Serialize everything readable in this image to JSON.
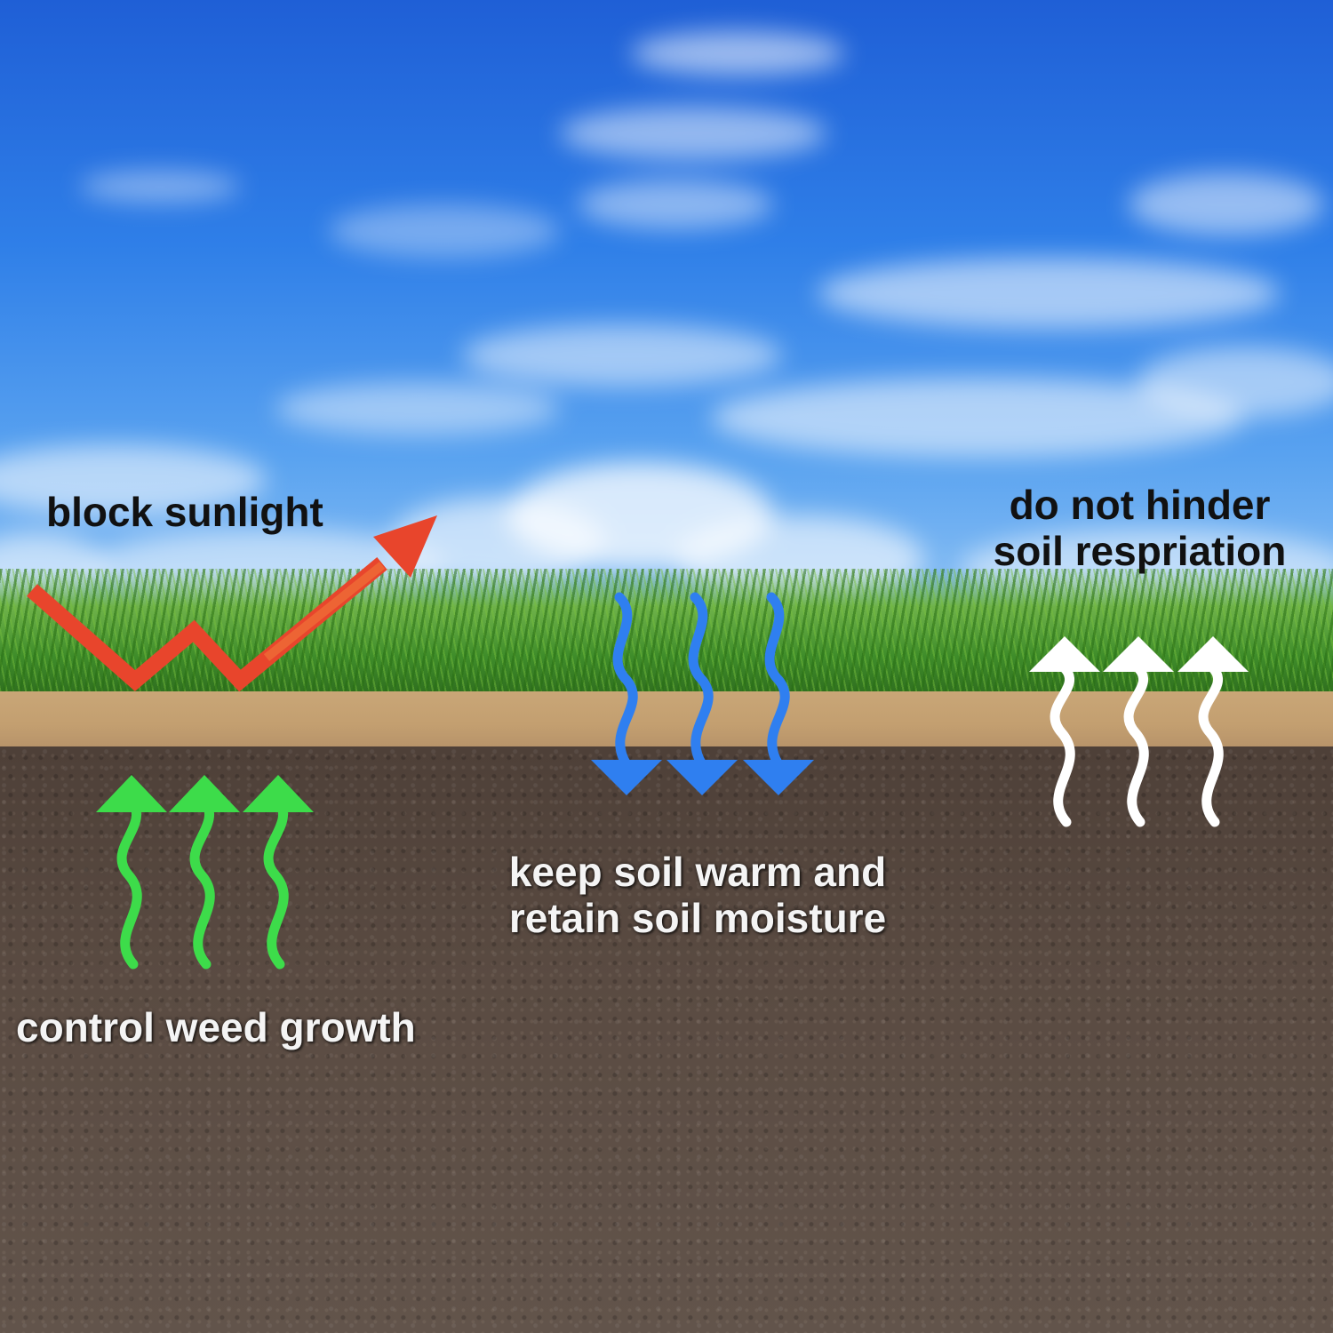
{
  "labels": {
    "block_sunlight": "block sunlight",
    "soil_respiration_line1": "do not hinder",
    "soil_respiration_line2": "soil respriation",
    "warm_moisture_line1": "keep soil warm and",
    "warm_moisture_line2": "retain soil moisture",
    "weed_growth": "control weed growth"
  },
  "colors": {
    "sunlight_arrow": "#e8452c",
    "weed_arrows": "#3ddc4a",
    "moisture_arrows": "#2f7ff0",
    "respiration_arrows": "#ffffff",
    "fabric": "#c4a070",
    "soil": "#574840"
  },
  "icons": {
    "sunlight": "zigzag-bounce-arrow-icon",
    "weed": "wavy-up-arrow-icon",
    "moisture": "wavy-down-arrow-icon",
    "respiration": "wavy-up-arrow-icon"
  }
}
